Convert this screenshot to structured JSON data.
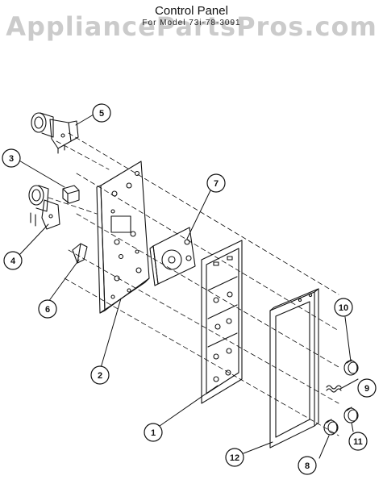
{
  "diagram": {
    "title": "Control Panel",
    "subtitle": "For Model 73i-78-3091",
    "watermark": "AppliancePartsPros.com",
    "colors": {
      "line": "#111111",
      "watermark": "#a0a0a0",
      "background": "#ffffff"
    },
    "callouts": [
      {
        "id": "1",
        "label": "1"
      },
      {
        "id": "2",
        "label": "2"
      },
      {
        "id": "3",
        "label": "3"
      },
      {
        "id": "4",
        "label": "4"
      },
      {
        "id": "5",
        "label": "5"
      },
      {
        "id": "6",
        "label": "6"
      },
      {
        "id": "7",
        "label": "7"
      },
      {
        "id": "8",
        "label": "8"
      },
      {
        "id": "9",
        "label": "9"
      },
      {
        "id": "10",
        "label": "10"
      },
      {
        "id": "11",
        "label": "11"
      },
      {
        "id": "12",
        "label": "12"
      }
    ]
  }
}
